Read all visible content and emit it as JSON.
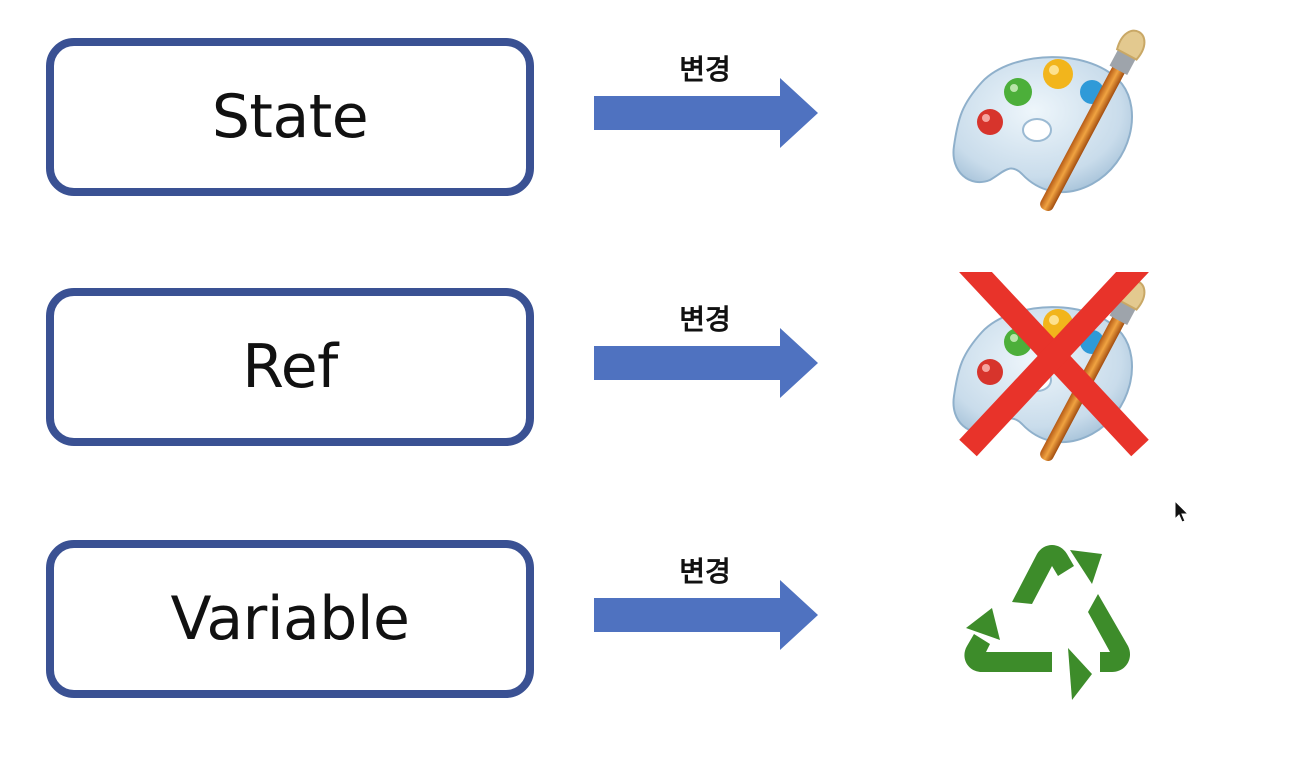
{
  "rows": [
    {
      "label": "State",
      "action": "변경",
      "result_icon": "paint-palette-icon"
    },
    {
      "label": "Ref",
      "action": "변경",
      "result_icon": "crossed-out-palette-icon"
    },
    {
      "label": "Variable",
      "action": "변경",
      "result_icon": "recycle-icon"
    }
  ],
  "colors": {
    "box_border": "#3a5193",
    "arrow": "#4f72c0",
    "cross": "#e8332a",
    "recycle": "#3d8c2a"
  }
}
